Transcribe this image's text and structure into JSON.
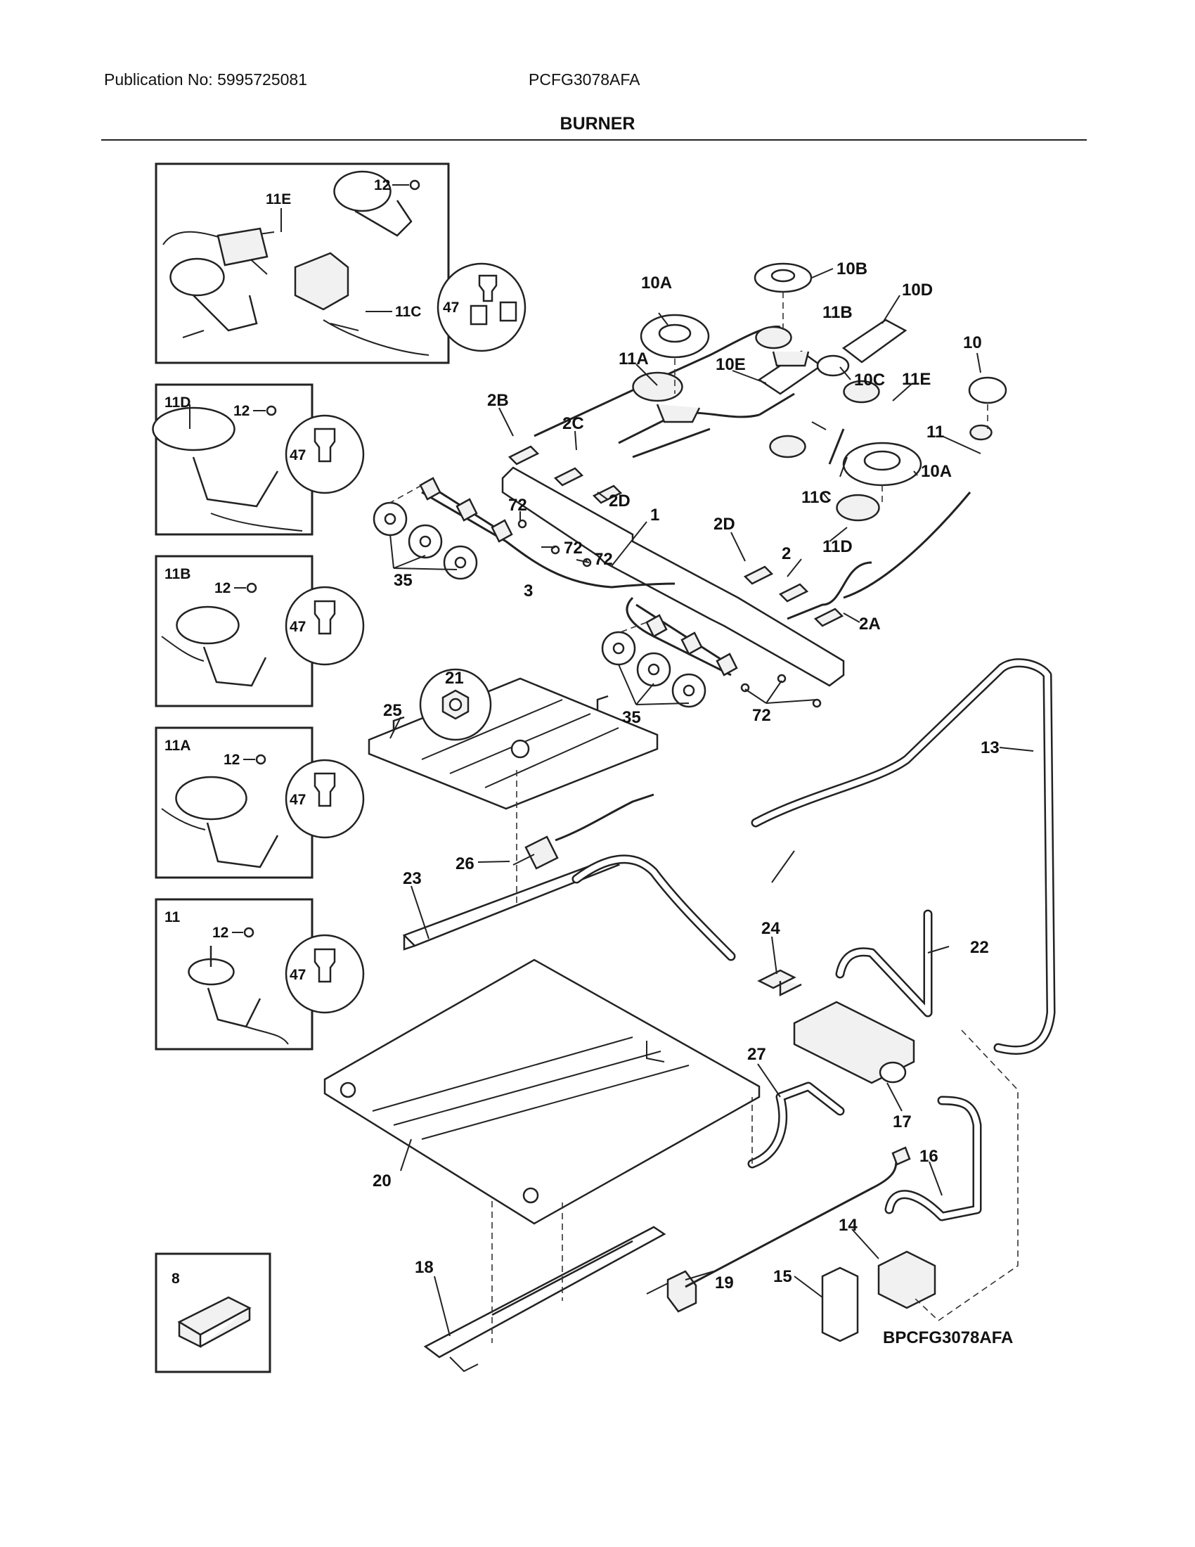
{
  "header": {
    "publication": "Publication No: 5995725081",
    "model": "PCFG3078AFA",
    "section": "BURNER"
  },
  "diagram_id": "BPCFG3078AFA",
  "callouts": {
    "c1": "1",
    "c2": "2",
    "c2A": "2A",
    "c2B": "2B",
    "c2C": "2C",
    "c2D_top": "2D",
    "c2D_mid": "2D",
    "c3": "3",
    "c10": "10",
    "c10A_top": "10A",
    "c10A_mid": "10A",
    "c10B": "10B",
    "c10C": "10C",
    "c10D": "10D",
    "c10E": "10E",
    "c11": "11",
    "c11A": "11A",
    "c11B": "11B",
    "c11C": "11C",
    "c11D": "11D",
    "c11E": "11E",
    "c13": "13",
    "c14": "14",
    "c15": "15",
    "c16": "16",
    "c17": "17",
    "c18": "18",
    "c19": "19",
    "c20": "20",
    "c21": "21",
    "c22": "22",
    "c23": "23",
    "c24": "24",
    "c25": "25",
    "c26": "26",
    "c27": "27",
    "c35_left": "35",
    "c35_right": "35",
    "c72_a": "72",
    "c72_b": "72",
    "c72_c": "72",
    "c72_d": "72"
  },
  "insets": {
    "i11E": {
      "label11E": "11E",
      "label12": "12",
      "label11C": "11C",
      "label47": "47"
    },
    "i11D": {
      "title": "11D",
      "label12": "12",
      "label47": "47"
    },
    "i11B": {
      "title": "11B",
      "label12": "12",
      "label47": "47"
    },
    "i11A": {
      "title": "11A",
      "label12": "12",
      "label47": "47"
    },
    "i11": {
      "title": "11",
      "label12": "12",
      "label47": "47"
    },
    "i8": {
      "title": "8"
    }
  }
}
